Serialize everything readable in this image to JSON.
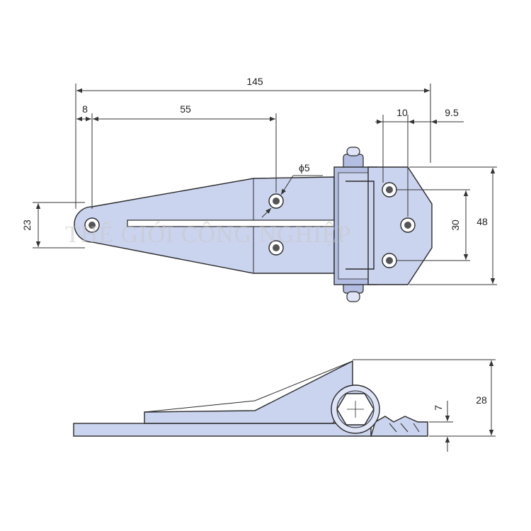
{
  "colors": {
    "part_fill": "#cbd4ef",
    "part_fill_light": "#dfe5f7",
    "part_fill_dark": "#b3bee2",
    "hole_fill": "#ffffff",
    "line": "#2a2a2a",
    "dimension": "#333333"
  },
  "dimensions": {
    "total_length": "145",
    "eye_offset": "8",
    "eye_to_hole": "55",
    "hole_pitch_h": "10",
    "edge_margin": "9.5",
    "hole_diameter": "ϕ5",
    "eye_height": "23",
    "hole_span": "30",
    "plate_height": "48",
    "side_height": "28",
    "base_thickness": "7"
  },
  "watermark": "THẾ GIỚI CÔNG NGHIỆP"
}
